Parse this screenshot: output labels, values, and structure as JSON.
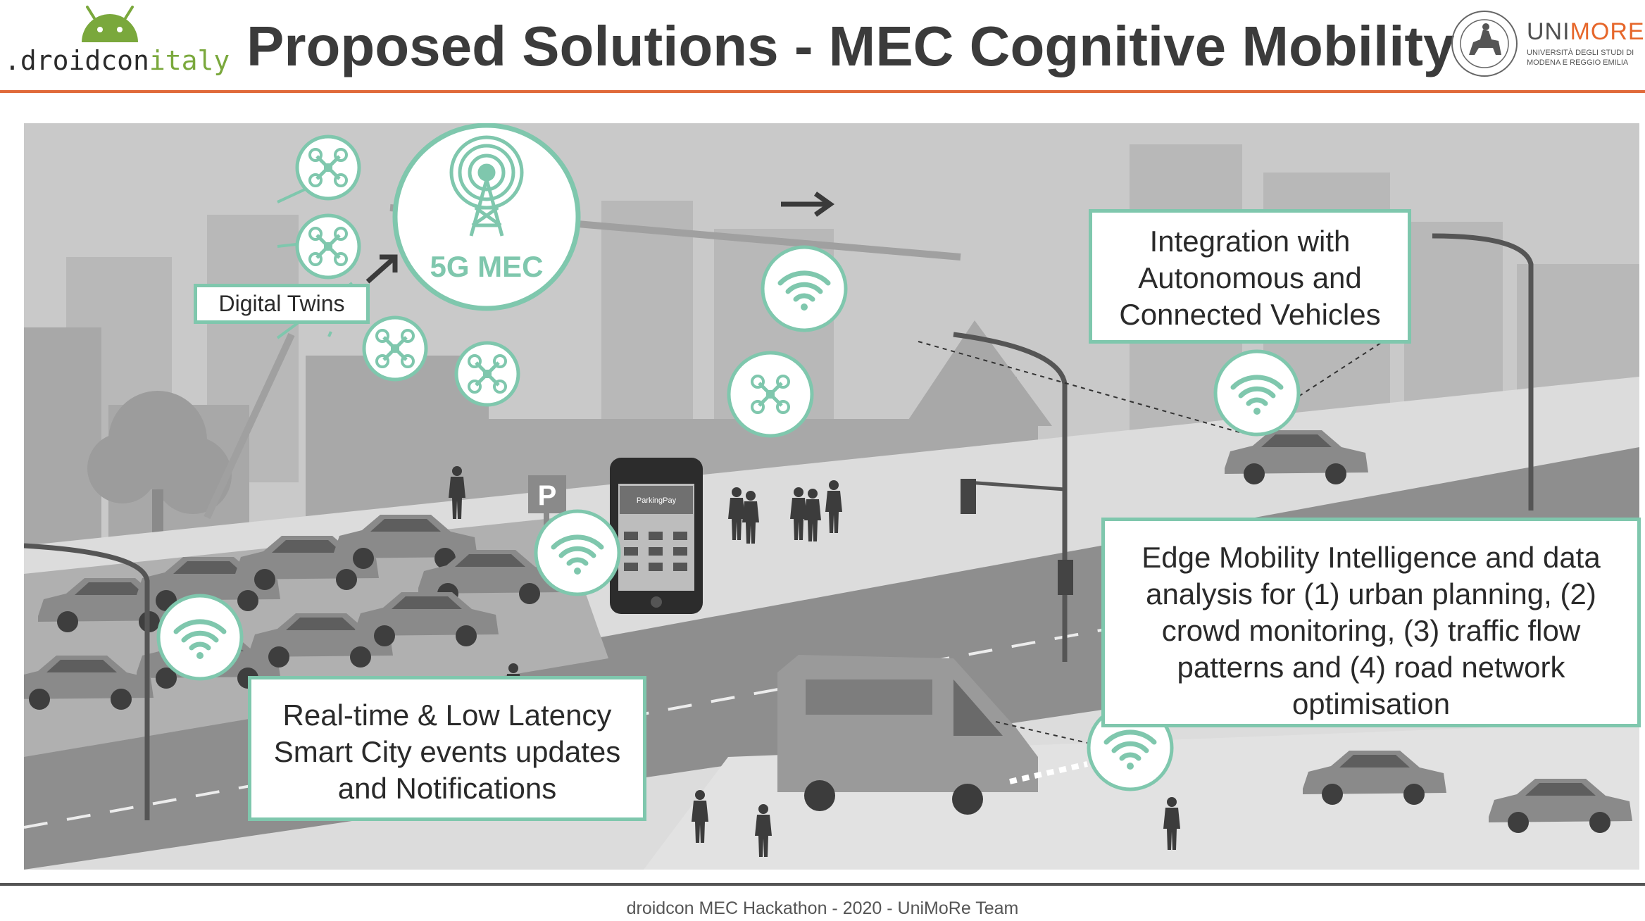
{
  "header": {
    "logo_left": {
      "prefix": ".droidcon",
      "suffix": "italy"
    },
    "title": "Proposed Solutions - MEC Cognitive Mobility",
    "logo_right": {
      "name_gray": "UNI",
      "name_accent": "MORE",
      "sub_line1": "UNIVERSITÀ DEGLI STUDI DI",
      "sub_line2": "MODENA E REGGIO EMILIA"
    }
  },
  "diagram": {
    "hub_label": "5G MEC",
    "callouts": {
      "digital_twins": "Digital Twins",
      "autonomous": [
        "Integration with",
        "Autonomous and",
        "Connected Vehicles"
      ],
      "edge": [
        "Edge Mobility Intelligence and data",
        "analysis for (1) urban planning, (2)",
        "crowd monitoring, (3) traffic flow",
        "patterns and (4) road network",
        "optimisation"
      ],
      "realtime": [
        "Real-time & Low Latency",
        "Smart City events updates",
        "and Notifications"
      ]
    },
    "parking_sign": "P",
    "phone_app": "ParkingPay"
  },
  "footer": {
    "text": "droidcon MEC Hackathon - 2020  - UniMoRe Team"
  },
  "colors": {
    "accent_teal": "#7fc7ad",
    "header_rule": "#e06a3a",
    "android_green": "#7aa83c",
    "unimore_orange": "#e6672b"
  },
  "icons": [
    "android-icon",
    "unimore-seal-icon",
    "cell-tower-icon",
    "wifi-icon",
    "drone-icon",
    "arrow-icon",
    "parking-sign-icon",
    "smartphone-icon"
  ]
}
